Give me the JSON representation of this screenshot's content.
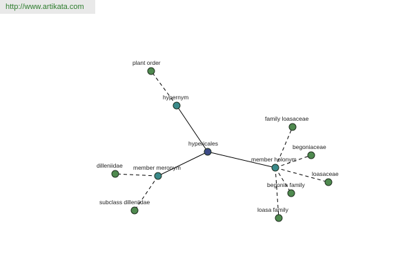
{
  "watermark": "http://www.artikata.com",
  "colors": {
    "root": "#3c4a86",
    "relation": "#3a8a8a",
    "leaf": "#4f8a4f"
  },
  "graph": {
    "nodes": [
      {
        "id": "hypericales",
        "label": "hypericales",
        "kind": "root"
      },
      {
        "id": "hypernym",
        "label": "hypernym",
        "kind": "relation"
      },
      {
        "id": "plant-order",
        "label": "plant order",
        "kind": "leaf"
      },
      {
        "id": "member-meronym",
        "label": "member meronym",
        "kind": "relation"
      },
      {
        "id": "dilleniidae",
        "label": "dilleniidae",
        "kind": "leaf"
      },
      {
        "id": "subclass-dilleniidae",
        "label": "subclass dilleniidae",
        "kind": "leaf"
      },
      {
        "id": "member-holonym",
        "label": "member holonym",
        "kind": "relation"
      },
      {
        "id": "family-loasaceae",
        "label": "family loasaceae",
        "kind": "leaf"
      },
      {
        "id": "begoniaceae",
        "label": "begoniaceae",
        "kind": "leaf"
      },
      {
        "id": "loasaceae",
        "label": "loasaceae",
        "kind": "leaf"
      },
      {
        "id": "begonia-family",
        "label": "begonia family",
        "kind": "leaf"
      },
      {
        "id": "loasa-family",
        "label": "loasa family",
        "kind": "leaf"
      }
    ],
    "edges": [
      {
        "from": "hypericales",
        "to": "hypernym",
        "style": "solid"
      },
      {
        "from": "hypericales",
        "to": "member-meronym",
        "style": "solid"
      },
      {
        "from": "hypericales",
        "to": "member-holonym",
        "style": "solid"
      },
      {
        "from": "hypernym",
        "to": "plant-order",
        "style": "dashed"
      },
      {
        "from": "member-meronym",
        "to": "dilleniidae",
        "style": "dashed"
      },
      {
        "from": "member-meronym",
        "to": "subclass-dilleniidae",
        "style": "dashed"
      },
      {
        "from": "member-holonym",
        "to": "family-loasaceae",
        "style": "dashed"
      },
      {
        "from": "member-holonym",
        "to": "begoniaceae",
        "style": "dashed"
      },
      {
        "from": "member-holonym",
        "to": "loasaceae",
        "style": "dashed"
      },
      {
        "from": "member-holonym",
        "to": "begonia-family",
        "style": "dashed"
      },
      {
        "from": "member-holonym",
        "to": "loasa-family",
        "style": "dashed"
      }
    ]
  }
}
